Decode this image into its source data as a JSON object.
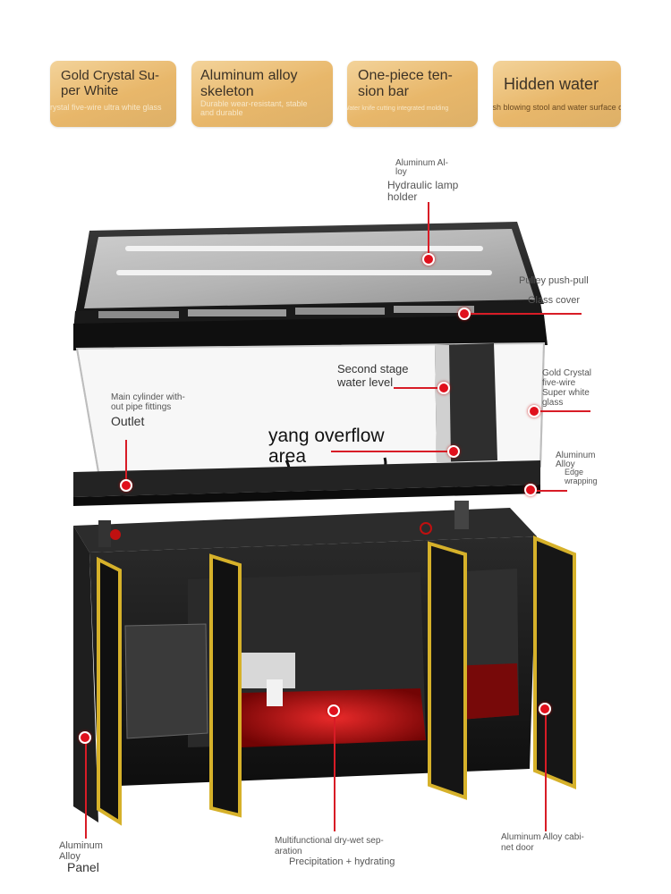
{
  "badges": [
    {
      "title": "Gold Crystal Su-\nper White",
      "subtitle": "Gold Crystal five-wire ultra white glass"
    },
    {
      "title": "Aluminum alloy\nskeleton",
      "subtitle": "Durable wear-resistant, stable\nand durable"
    },
    {
      "title": "One-piece ten-\nsion bar",
      "subtitle": "Water knife cutting integrated molding"
    },
    {
      "title": "Hidden water",
      "subtitle": "Fish blowing stool and water surface oil film"
    }
  ],
  "callouts": {
    "lamp_holder_small": "Aluminum Al-\nloy",
    "lamp_holder": "Hydraulic lamp\nholder",
    "pulley": "Pulley push-pull",
    "glass_cover": "Glass cover",
    "second_stage": "Second stage\nwater level",
    "glass_type": "Gold Crystal\nfive-wire\nSuper white\nglass",
    "main_cylinder": "Main cylinder with-\nout pipe fittings",
    "outlet": "Outlet",
    "overflow": "yang overflow\narea",
    "edge_small": "Aluminum\nAlloy",
    "edge": "Edge\nwrapping",
    "panel_small": "Aluminum\nAlloy",
    "panel": "Panel",
    "separation": "Multifunctional dry-wet sep-\naration",
    "precipitation": "Precipitation + hydrating",
    "cabinet_door": "Aluminum Alloy cabi-\nnet door"
  }
}
